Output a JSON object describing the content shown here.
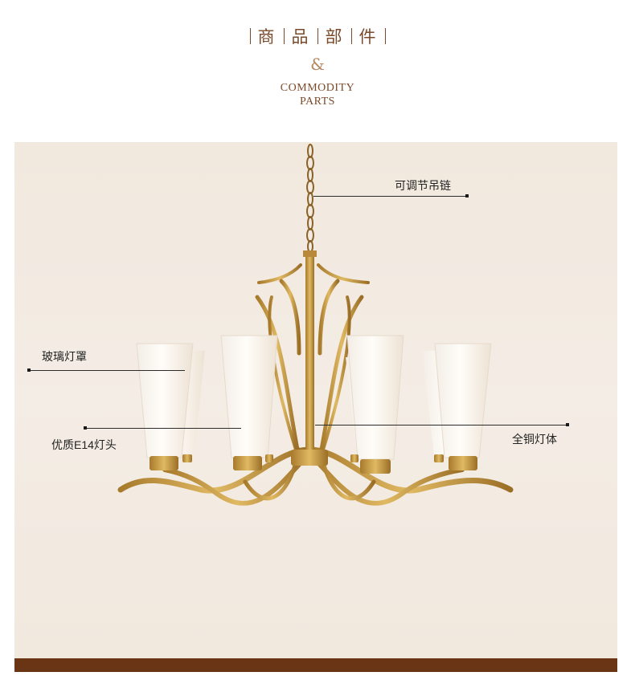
{
  "header": {
    "title_chars": [
      "商",
      "品",
      "部",
      "件"
    ],
    "ampersand": "&",
    "en_line1": "COMMODITY",
    "en_line2": "PARTS"
  },
  "callouts": {
    "chain": "可调节吊链",
    "glass_shade": "玻璃灯罩",
    "lamp_holder": "优质E14灯头",
    "copper_body": "全铜灯体"
  },
  "colors": {
    "brown_text": "#7a4a2a",
    "panel_bg": "#f3ebe2",
    "footer": "#6a3514",
    "brass": "#c9a04a"
  }
}
